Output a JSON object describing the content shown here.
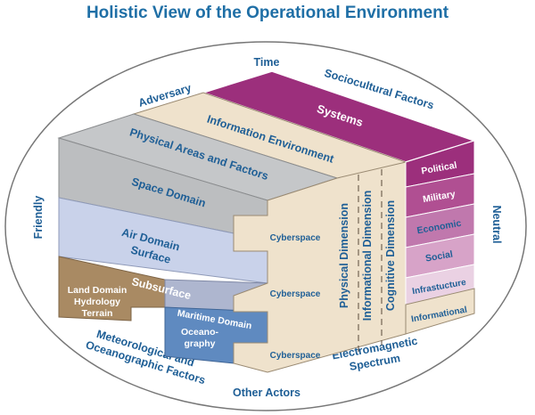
{
  "title": "Holistic View of the Operational Environment",
  "outer_labels": {
    "time": "Time",
    "sociocultural": "Sociocultural Factors",
    "adversary": "Adversary",
    "friendly": "Friendly",
    "neutral": "Neutral",
    "met_line1": "Meteorological and",
    "met_line2": "Oceanographic Factors",
    "other_actors": "Other Actors",
    "em_line1": "Electromagnetic",
    "em_line2": "Spectrum"
  },
  "box": {
    "systems": "Systems",
    "information_environment": "Information Environment",
    "physical_areas": "Physical Areas and Factors",
    "space_domain": "Space Domain",
    "air_domain_line1": "Air Domain",
    "air_domain_line2": "Surface",
    "subsurface": "Subsurface",
    "land_line1": "Land Domain",
    "land_line2": "Hydrology",
    "land_line3": "Terrain",
    "maritime_line1": "Maritime Domain",
    "maritime_line2": "Oceano-",
    "maritime_line3": "graphy",
    "cyberspace": "Cyberspace",
    "physical_dimension": "Physical Dimension",
    "informational_dimension": "Informational Dimension",
    "cognitive_dimension": "Cognitive Dimension"
  },
  "systems_bands": [
    "Political",
    "Military",
    "Economic",
    "Social",
    "Infrastucture",
    "Informational"
  ],
  "colors": {
    "title_blue": "#1f6fa6",
    "label_blue": "#1f5f96",
    "systems_purple": "#9c2f7c",
    "info_env_beige": "#efe2cc",
    "physical_gray": "#bcbec0",
    "air_lavender": "#c9d2ea",
    "land_tan": "#a98a63",
    "maritime_blue": "#5f8ac0"
  }
}
